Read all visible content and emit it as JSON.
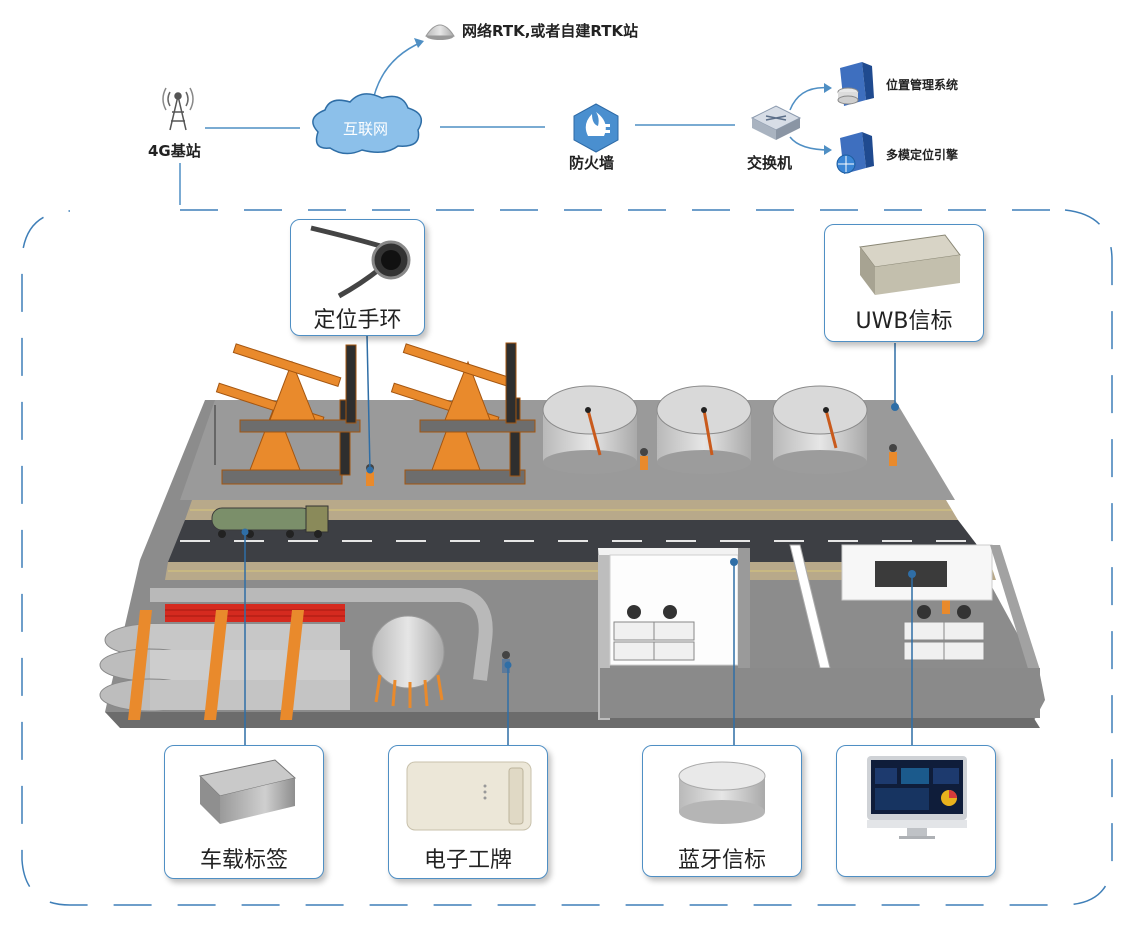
{
  "network": {
    "rtk_label": "网络RTK,或者自建RTK站",
    "base_station_label": "4G基站",
    "internet_label": "互联网",
    "firewall_label": "防火墙",
    "switch_label": "交换机",
    "location_system_label": "位置管理系统",
    "positioning_engine_label": "多模定位引擎"
  },
  "devices": {
    "wristband_label": "定位手环",
    "uwb_beacon_label": "UWB信标",
    "vehicle_tag_label": "车载标签",
    "badge_label": "电子工牌",
    "bluetooth_beacon_label": "蓝牙信标"
  },
  "colors": {
    "link_blue": "#4f8fc4",
    "pumpjack_orange": "#e98a2c",
    "pipeline_red": "#d52a1f",
    "road_dark": "#3d3f44"
  }
}
